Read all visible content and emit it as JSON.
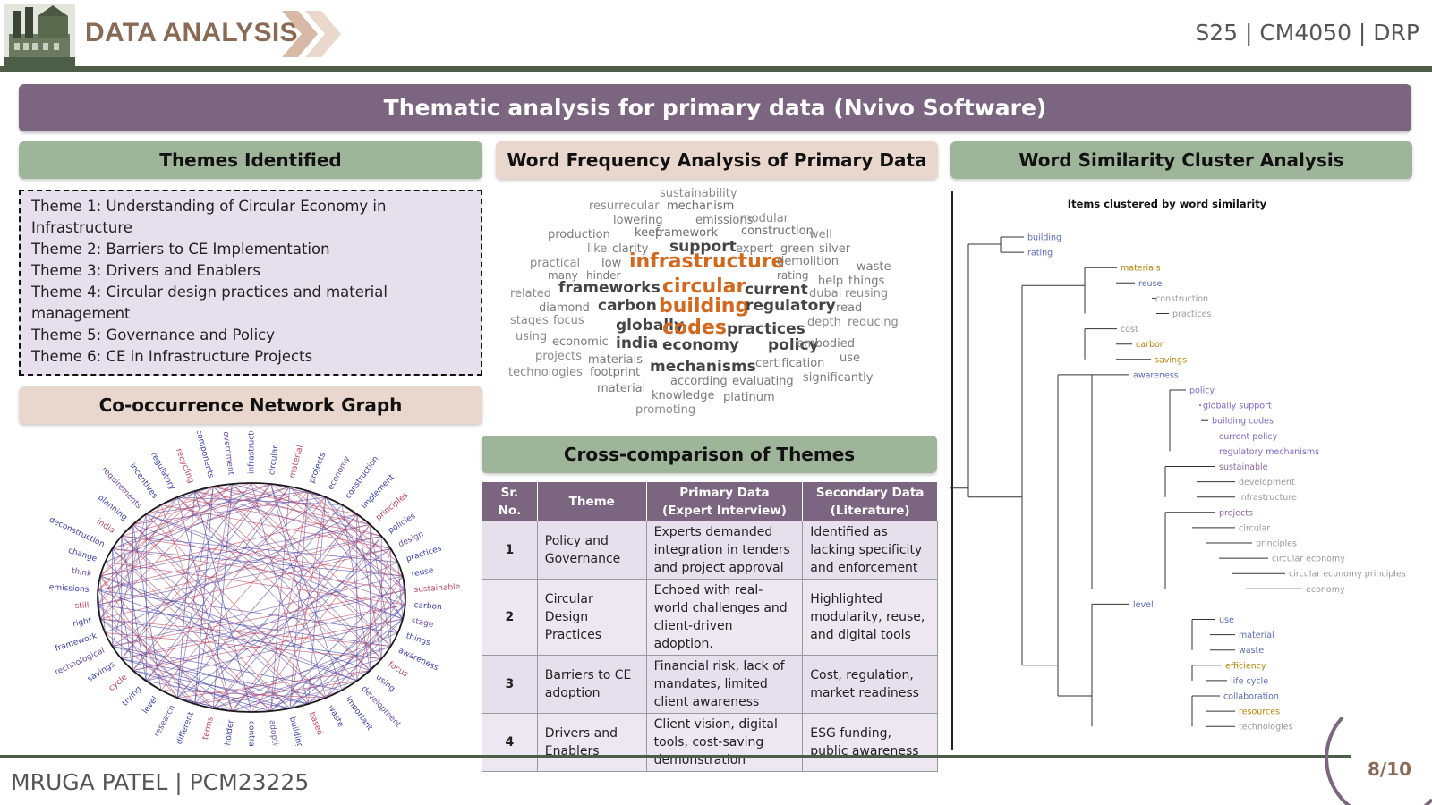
{
  "header": {
    "app_title": "DATA ANALYSIS",
    "course_code": "S25 | CM4050 | DRP"
  },
  "banner": {
    "title": "Thematic analysis for primary data (Nvivo Software)"
  },
  "sections": {
    "themes_title": "Themes Identified",
    "word_freq_title": "Word Frequency Analysis of Primary Data",
    "cluster_title": "Word Similarity Cluster Analysis",
    "network_title": "Co-occurrence Network Graph",
    "cross_title": "Cross-comparison of Themes"
  },
  "themes": [
    "Theme 1: Understanding of Circular Economy in Infrastructure",
    "Theme 2: Barriers to CE Implementation",
    "Theme 3: Drivers and Enablers",
    "Theme 4: Circular design practices and material management",
    "Theme 5: Governance and Policy",
    "Theme 6: CE in Infrastructure Projects"
  ],
  "word_cloud": [
    {
      "w": "sustainability",
      "s": 13,
      "c": "#8a8a8a"
    },
    {
      "w": "resurrecular",
      "s": 13,
      "c": "#8a8a8a"
    },
    {
      "w": "mechanism",
      "s": 13,
      "c": "#6a6a6a"
    },
    {
      "w": "lowering",
      "s": 13,
      "c": "#7a7a7a"
    },
    {
      "w": "emissions",
      "s": 13,
      "c": "#7a7a7a"
    },
    {
      "w": "modular",
      "s": 13,
      "c": "#8a8a8a"
    },
    {
      "w": "production",
      "s": 13,
      "c": "#7a7a7a"
    },
    {
      "w": "keep",
      "s": 13,
      "c": "#6a6a6a"
    },
    {
      "w": "framework",
      "s": 13,
      "c": "#6a6a6a"
    },
    {
      "w": "construction",
      "s": 13,
      "c": "#6a6a6a"
    },
    {
      "w": "well",
      "s": 13,
      "c": "#8a8a8a"
    },
    {
      "w": "like",
      "s": 13,
      "c": "#8a8a8a"
    },
    {
      "w": "clarity",
      "s": 13,
      "c": "#7a7a7a"
    },
    {
      "w": "support",
      "s": 17,
      "c": "#444444"
    },
    {
      "w": "expert",
      "s": 13,
      "c": "#7a7a7a"
    },
    {
      "w": "green",
      "s": 13,
      "c": "#7a7a7a"
    },
    {
      "w": "silver",
      "s": 13,
      "c": "#7a7a7a"
    },
    {
      "w": "practical",
      "s": 13,
      "c": "#8a8a8a"
    },
    {
      "w": "low",
      "s": 13,
      "c": "#7a7a7a"
    },
    {
      "w": "infrastructure",
      "s": 22,
      "c": "#d2691e"
    },
    {
      "w": "demolition",
      "s": 13,
      "c": "#7a7a7a"
    },
    {
      "w": "waste",
      "s": 13,
      "c": "#7a7a7a"
    },
    {
      "w": "many",
      "s": 12,
      "c": "#7a7a7a"
    },
    {
      "w": "hinder",
      "s": 12,
      "c": "#7a7a7a"
    },
    {
      "w": "rating",
      "s": 12,
      "c": "#7a7a7a"
    },
    {
      "w": "help",
      "s": 13,
      "c": "#7a7a7a"
    },
    {
      "w": "things",
      "s": 13,
      "c": "#7a7a7a"
    },
    {
      "w": "related",
      "s": 13,
      "c": "#8a8a8a"
    },
    {
      "w": "frameworks",
      "s": 17,
      "c": "#444444"
    },
    {
      "w": "circular",
      "s": 22,
      "c": "#d2691e"
    },
    {
      "w": "current",
      "s": 17,
      "c": "#444444"
    },
    {
      "w": "dubai",
      "s": 13,
      "c": "#8a8a8a"
    },
    {
      "w": "reusing",
      "s": 13,
      "c": "#8a8a8a"
    },
    {
      "w": "diamond",
      "s": 13,
      "c": "#7a7a7a"
    },
    {
      "w": "carbon",
      "s": 17,
      "c": "#444444"
    },
    {
      "w": "building",
      "s": 22,
      "c": "#d2691e"
    },
    {
      "w": "regulatory",
      "s": 17,
      "c": "#444444"
    },
    {
      "w": "read",
      "s": 13,
      "c": "#7a7a7a"
    },
    {
      "w": "stages",
      "s": 13,
      "c": "#8a8a8a"
    },
    {
      "w": "focus",
      "s": 13,
      "c": "#8a8a8a"
    },
    {
      "w": "globally",
      "s": 17,
      "c": "#444444"
    },
    {
      "w": "codes",
      "s": 22,
      "c": "#d2691e"
    },
    {
      "w": "practices",
      "s": 17,
      "c": "#444444"
    },
    {
      "w": "depth",
      "s": 13,
      "c": "#8a8a8a"
    },
    {
      "w": "reducing",
      "s": 13,
      "c": "#8a8a8a"
    },
    {
      "w": "using",
      "s": 13,
      "c": "#8a8a8a"
    },
    {
      "w": "economic",
      "s": 13,
      "c": "#7a7a7a"
    },
    {
      "w": "india",
      "s": 17,
      "c": "#444444"
    },
    {
      "w": "economy",
      "s": 17,
      "c": "#444444"
    },
    {
      "w": "policy",
      "s": 17,
      "c": "#444444"
    },
    {
      "w": "embodied",
      "s": 13,
      "c": "#7a7a7a"
    },
    {
      "w": "projects",
      "s": 13,
      "c": "#8a8a8a"
    },
    {
      "w": "materials",
      "s": 13,
      "c": "#7a7a7a"
    },
    {
      "w": "use",
      "s": 13,
      "c": "#7a7a7a"
    },
    {
      "w": "technologies",
      "s": 13,
      "c": "#8a8a8a"
    },
    {
      "w": "footprint",
      "s": 13,
      "c": "#7a7a7a"
    },
    {
      "w": "mechanisms",
      "s": 17,
      "c": "#444444"
    },
    {
      "w": "certification",
      "s": 13,
      "c": "#7a7a7a"
    },
    {
      "w": "according",
      "s": 13,
      "c": "#7a7a7a"
    },
    {
      "w": "evaluating",
      "s": 13,
      "c": "#7a7a7a"
    },
    {
      "w": "significantly",
      "s": 13,
      "c": "#7a7a7a"
    },
    {
      "w": "material",
      "s": 13,
      "c": "#7a7a7a"
    },
    {
      "w": "knowledge",
      "s": 13,
      "c": "#7a7a7a"
    },
    {
      "w": "platinum",
      "s": 13,
      "c": "#7a7a7a"
    },
    {
      "w": "promoting",
      "s": 13,
      "c": "#8a8a8a"
    }
  ],
  "network_nodes": [
    "infrastructure",
    "circular",
    "material",
    "projects",
    "economy",
    "construction",
    "implement",
    "principles",
    "policies",
    "design",
    "practices",
    "reuse",
    "sustainable",
    "carbon",
    "stage",
    "things",
    "awareness",
    "focus",
    "using",
    "development",
    "important",
    "waste",
    "based",
    "buildings",
    "adoption",
    "contractor",
    "stakeholder",
    "terms",
    "different",
    "research",
    "level",
    "trying",
    "cycle",
    "savings",
    "technological",
    "framework",
    "right",
    "still",
    "emissions",
    "think",
    "change",
    "deconstruction",
    "india",
    "planning",
    "requirements",
    "incentives",
    "regulatory",
    "recycling",
    "components",
    "government"
  ],
  "cluster": {
    "title": "Items clustered by word similarity",
    "leaves": [
      {
        "w": "building",
        "c": "#5b6ab8"
      },
      {
        "w": "rating",
        "c": "#5b6ab8"
      },
      {
        "w": "materials",
        "c": "#b8860b"
      },
      {
        "w": "reuse",
        "c": "#5b6ab8"
      },
      {
        "w": "construction",
        "c": "#999999"
      },
      {
        "w": "practices",
        "c": "#999999"
      },
      {
        "w": "cost",
        "c": "#999999"
      },
      {
        "w": "carbon",
        "c": "#b8860b"
      },
      {
        "w": "savings",
        "c": "#b8860b"
      },
      {
        "w": "awareness",
        "c": "#5b6ab8"
      },
      {
        "w": "policy",
        "c": "#7b68c8"
      },
      {
        "w": "globally support",
        "c": "#7b68c8"
      },
      {
        "w": "building codes",
        "c": "#7b68c8"
      },
      {
        "w": "current policy",
        "c": "#7b68c8"
      },
      {
        "w": "regulatory mechanisms",
        "c": "#7b68c8"
      },
      {
        "w": "sustainable",
        "c": "#8a6a9a"
      },
      {
        "w": "development",
        "c": "#999999"
      },
      {
        "w": "infrastructure",
        "c": "#999999"
      },
      {
        "w": "projects",
        "c": "#8a6a9a"
      },
      {
        "w": "circular",
        "c": "#999999"
      },
      {
        "w": "principles",
        "c": "#999999"
      },
      {
        "w": "circular economy",
        "c": "#999999"
      },
      {
        "w": "circular economy principles",
        "c": "#999999"
      },
      {
        "w": "economy",
        "c": "#999999"
      },
      {
        "w": "level",
        "c": "#5b6ab8"
      },
      {
        "w": "use",
        "c": "#5b6ab8"
      },
      {
        "w": "material",
        "c": "#5b6ab8"
      },
      {
        "w": "waste",
        "c": "#5b6ab8"
      },
      {
        "w": "efficiency",
        "c": "#b8860b"
      },
      {
        "w": "life cycle",
        "c": "#5b6ab8"
      },
      {
        "w": "collaboration",
        "c": "#5b6ab8"
      },
      {
        "w": "resources",
        "c": "#b8860b"
      },
      {
        "w": "technologies",
        "c": "#999999"
      }
    ]
  },
  "cross_table": {
    "headers": {
      "sr1": "Sr.",
      "sr2": "No.",
      "theme": "Theme",
      "primary1": "Primary Data",
      "primary2": "(Expert Interview)",
      "secondary1": "Secondary Data",
      "secondary2": "(Literature)"
    },
    "rows": [
      {
        "no": "1",
        "theme": "Policy and Governance",
        "primary": "Experts demanded integration in tenders and project approval",
        "secondary": "Identified as lacking specificity and enforcement"
      },
      {
        "no": "2",
        "theme": "Circular Design Practices",
        "primary": "Echoed with real-world challenges and client-driven adoption.",
        "secondary": "Highlighted modularity, reuse, and digital tools"
      },
      {
        "no": "3",
        "theme": "Barriers to CE adoption",
        "primary": "Financial risk, lack of mandates, limited client awareness",
        "secondary": "Cost, regulation, market readiness"
      },
      {
        "no": "4",
        "theme": "Drivers and Enablers",
        "primary": "Client vision, digital tools, cost-saving demonstration",
        "secondary": "ESG funding, public awareness"
      }
    ]
  },
  "footer": {
    "author": "MRUGA PATEL | PCM23225",
    "page": "8/10"
  },
  "colors": {
    "brand_purple": "#7b6580",
    "sage_green": "#9eb59a",
    "tan": "#e9d6cc",
    "dark_green": "#4d5e48",
    "accent_brown": "#8a6a55",
    "cloud_accent": "#d2691e"
  }
}
